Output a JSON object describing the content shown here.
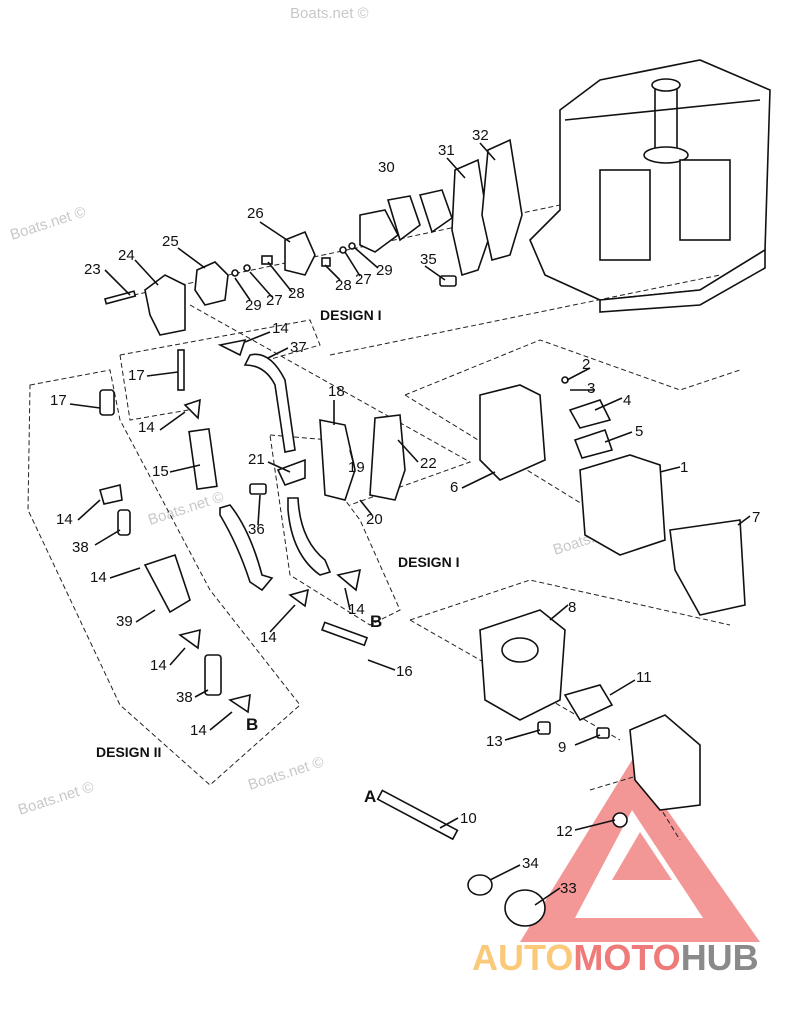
{
  "watermark": "Boats.net ©",
  "logo": {
    "part1": "AUTO",
    "part2": "MOTO",
    "part3": "HUB",
    "colors": {
      "auto": "#fbc97a",
      "moto": "#ee7a7a",
      "hub": "#8a8a8a",
      "triangle": "#ee6b6b"
    }
  },
  "design_labels": {
    "design1_top": "DESIGN I",
    "design1_bottom": "DESIGN I",
    "design2": "DESIGN II",
    "letter_a": "A",
    "letter_b1": "B",
    "letter_b2": "B"
  },
  "callouts": [
    "23",
    "24",
    "25",
    "26",
    "29",
    "27",
    "28",
    "28",
    "27",
    "29",
    "30",
    "31",
    "32",
    "35",
    "14",
    "37",
    "17",
    "17",
    "14",
    "15",
    "18",
    "21",
    "19",
    "22",
    "20",
    "36",
    "6",
    "2",
    "3",
    "4",
    "5",
    "1",
    "7",
    "14",
    "38",
    "14",
    "39",
    "14",
    "14",
    "16",
    "8",
    "11",
    "14",
    "38",
    "14",
    "13",
    "9",
    "10",
    "12",
    "34",
    "33"
  ]
}
